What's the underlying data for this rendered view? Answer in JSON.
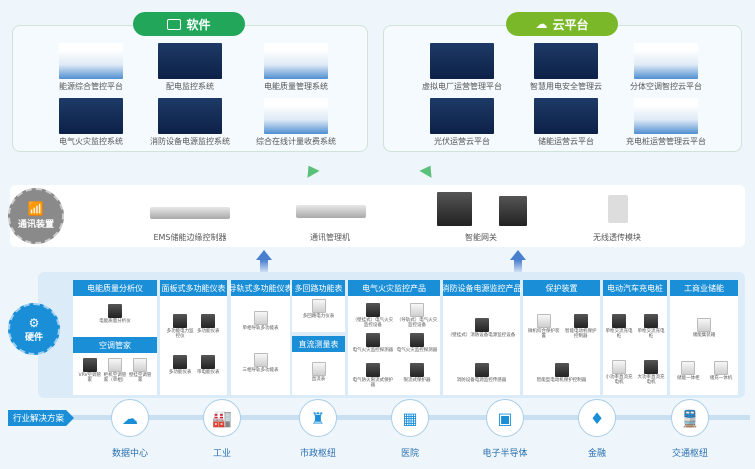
{
  "colors": {
    "software_green": "#22a75a",
    "cloud_green": "#7ab829",
    "hardware_blue": "#1a8fd8",
    "comm_gray": "#8a8a8a",
    "arrow_green": "#5bc07a",
    "arrow_blue": "#4a7fd0"
  },
  "software": {
    "title": "软件",
    "icon": "monitor-chart-icon",
    "items": [
      {
        "label": "能源综合管控平台",
        "theme": "light"
      },
      {
        "label": "配电监控系统",
        "theme": "dark"
      },
      {
        "label": "电能质量管理系统",
        "theme": "light"
      },
      {
        "label": "电气火灾监控系统",
        "theme": "dark"
      },
      {
        "label": "消防设备电源监控系统",
        "theme": "dark"
      },
      {
        "label": "综合在线计量收费系统",
        "theme": "light"
      }
    ]
  },
  "cloud": {
    "title": "云平台",
    "icon": "cloud-icon",
    "items": [
      {
        "label": "虚拟电厂运营管理平台",
        "theme": "dark"
      },
      {
        "label": "智慧用电安全管理云",
        "theme": "dark"
      },
      {
        "label": "分体空调智控云平台",
        "theme": "light"
      },
      {
        "label": "光伏运营云平台",
        "theme": "dark"
      },
      {
        "label": "储能运营云平台",
        "theme": "dark"
      },
      {
        "label": "充电桩运营管理云平台",
        "theme": "light"
      }
    ]
  },
  "comm": {
    "title": "通讯装置",
    "icon": "antenna-icon",
    "devices": [
      "EMS储能边缘控制器",
      "通讯管理机",
      "智能网关",
      "无线透传模块"
    ]
  },
  "hardware": {
    "title": "硬件",
    "icon": "hardware-icon",
    "groups": [
      {
        "title": "电能质量分析仪",
        "products": [
          "电能质量分析仪"
        ]
      },
      {
        "title": "空调管家",
        "products": [
          "VRV空调管家",
          "柜机空调管家（单相）",
          "壁挂空调管家"
        ]
      },
      {
        "title": "面板式多功能仪表",
        "products": [
          "多功能电力监控仪",
          "多功能仪表",
          "多功能仪表",
          "带电能仪表"
        ]
      },
      {
        "title": "导轨式多功能仪表",
        "products": [
          "单相导轨多功能表",
          "三相导轨多功能表"
        ]
      },
      {
        "title": "多回路功能表",
        "products": [
          "多回路电力仪表"
        ]
      },
      {
        "title": "直流测量表",
        "products": [
          "直流表"
        ]
      },
      {
        "title": "电气火灾监控产品",
        "products": [
          "（壁挂式）电气火灾监控设备",
          "（导轨式）电气火灾监控设备",
          "电气火灾监控探测器",
          "电气火灾监控探测器",
          "电气防火限流式保护器",
          "限流式保护器"
        ]
      },
      {
        "title": "消防设备电源监控产品",
        "products": [
          "（壁挂式）消防设备电源监控设备",
          "消防设备电源监控传感器"
        ]
      },
      {
        "title": "保护装置",
        "products": [
          "微机综合保护装置",
          "智能电动机保护控制器",
          "智能型电动机保护控制器"
        ]
      },
      {
        "title": "电动汽车充电桩",
        "products": [
          "单枪交流充电桩",
          "单枪交流充电桩",
          "小功率直流充电机",
          "大功率直流充电机"
        ]
      },
      {
        "title": "工商业储能",
        "products": [
          "储能集装箱",
          "储能一体柜",
          "储充一体机"
        ]
      }
    ]
  },
  "industry": {
    "title": "行业解决方案",
    "items": [
      {
        "label": "数据中心",
        "icon": "cloud-server-icon",
        "glyph": "☁"
      },
      {
        "label": "工业",
        "icon": "factory-icon",
        "glyph": "🏭"
      },
      {
        "label": "市政枢纽",
        "icon": "tower-icon",
        "glyph": "♜"
      },
      {
        "label": "医院",
        "icon": "hospital-icon",
        "glyph": "▦"
      },
      {
        "label": "电子半导体",
        "icon": "chip-icon",
        "glyph": "▣"
      },
      {
        "label": "金融",
        "icon": "skyscraper-icon",
        "glyph": "♦"
      },
      {
        "label": "交通枢纽",
        "icon": "train-icon",
        "glyph": "🚆"
      }
    ]
  }
}
